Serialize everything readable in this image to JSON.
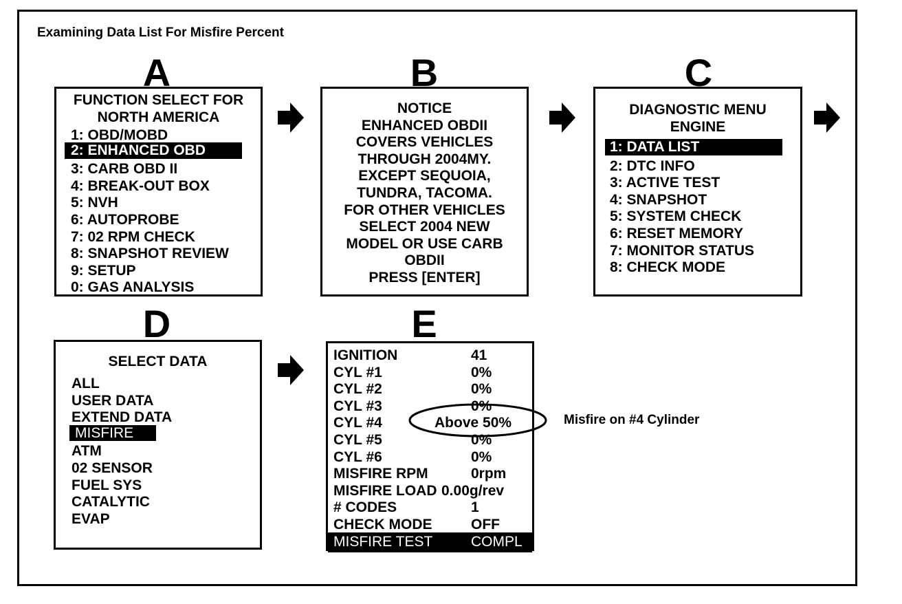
{
  "title": "Examining Data List For Misfire Percent",
  "letters": {
    "a": "A",
    "b": "B",
    "c": "C",
    "d": "D",
    "e": "E"
  },
  "panel_a": {
    "header": [
      "FUNCTION SELECT FOR",
      "NORTH AMERICA"
    ],
    "items": [
      "1:  OBD/MOBD",
      "2:  ENHANCED OBD",
      "3:  CARB OBD II",
      "4:  BREAK-OUT BOX",
      "5:  NVH",
      "6:  AUTOPROBE",
      "7:  02 RPM CHECK",
      "8:  SNAPSHOT REVIEW",
      "9:  SETUP",
      "0:  GAS ANALYSIS"
    ],
    "selected_index": 1
  },
  "panel_b": {
    "lines": [
      "NOTICE",
      "ENHANCED OBDII",
      "COVERS VEHICLES",
      "THROUGH 2004MY.",
      "EXCEPT SEQUOIA,",
      "TUNDRA, TACOMA.",
      "FOR OTHER VEHICLES",
      "SELECT 2004 NEW",
      "MODEL OR USE CARB",
      "OBDII",
      "PRESS [ENTER]"
    ]
  },
  "panel_c": {
    "header": [
      "DIAGNOSTIC MENU",
      "ENGINE"
    ],
    "items": [
      "1:  DATA LIST",
      "2:  DTC INFO",
      "3:  ACTIVE TEST",
      "4:  SNAPSHOT",
      "5:  SYSTEM CHECK",
      "6:  RESET MEMORY",
      "7:  MONITOR STATUS",
      "8:  CHECK MODE"
    ],
    "selected_index": 0
  },
  "panel_d": {
    "header": "SELECT DATA",
    "items": [
      "ALL",
      "USER DATA",
      "EXTEND DATA",
      "MISFIRE",
      "ATM",
      "02 SENSOR",
      "FUEL SYS",
      "CATALYTIC",
      "EVAP"
    ],
    "selected_index": 3
  },
  "panel_e": {
    "rows": [
      {
        "label": "IGNITION",
        "value": "41"
      },
      {
        "label": "CYL #1",
        "value": "0%"
      },
      {
        "label": "CYL #2",
        "value": "0%"
      },
      {
        "label": "CYL #3",
        "value": "0%"
      },
      {
        "label": "CYL #4",
        "value": "Above 50%"
      },
      {
        "label": "CYL #5",
        "value": "0%"
      },
      {
        "label": "CYL #6",
        "value": "0%"
      },
      {
        "label": "MISFIRE RPM",
        "value": "0rpm"
      },
      {
        "label": "MISFIRE LOAD",
        "value": "0.00g/rev"
      },
      {
        "label": "# CODES",
        "value": "1"
      },
      {
        "label": "CHECK MODE",
        "value": "OFF"
      },
      {
        "label": "MISFIRE TEST",
        "value": "COMPL"
      }
    ],
    "selected_index": 11,
    "circled_index": 4
  },
  "callout": "Misfire on #4 Cylinder"
}
